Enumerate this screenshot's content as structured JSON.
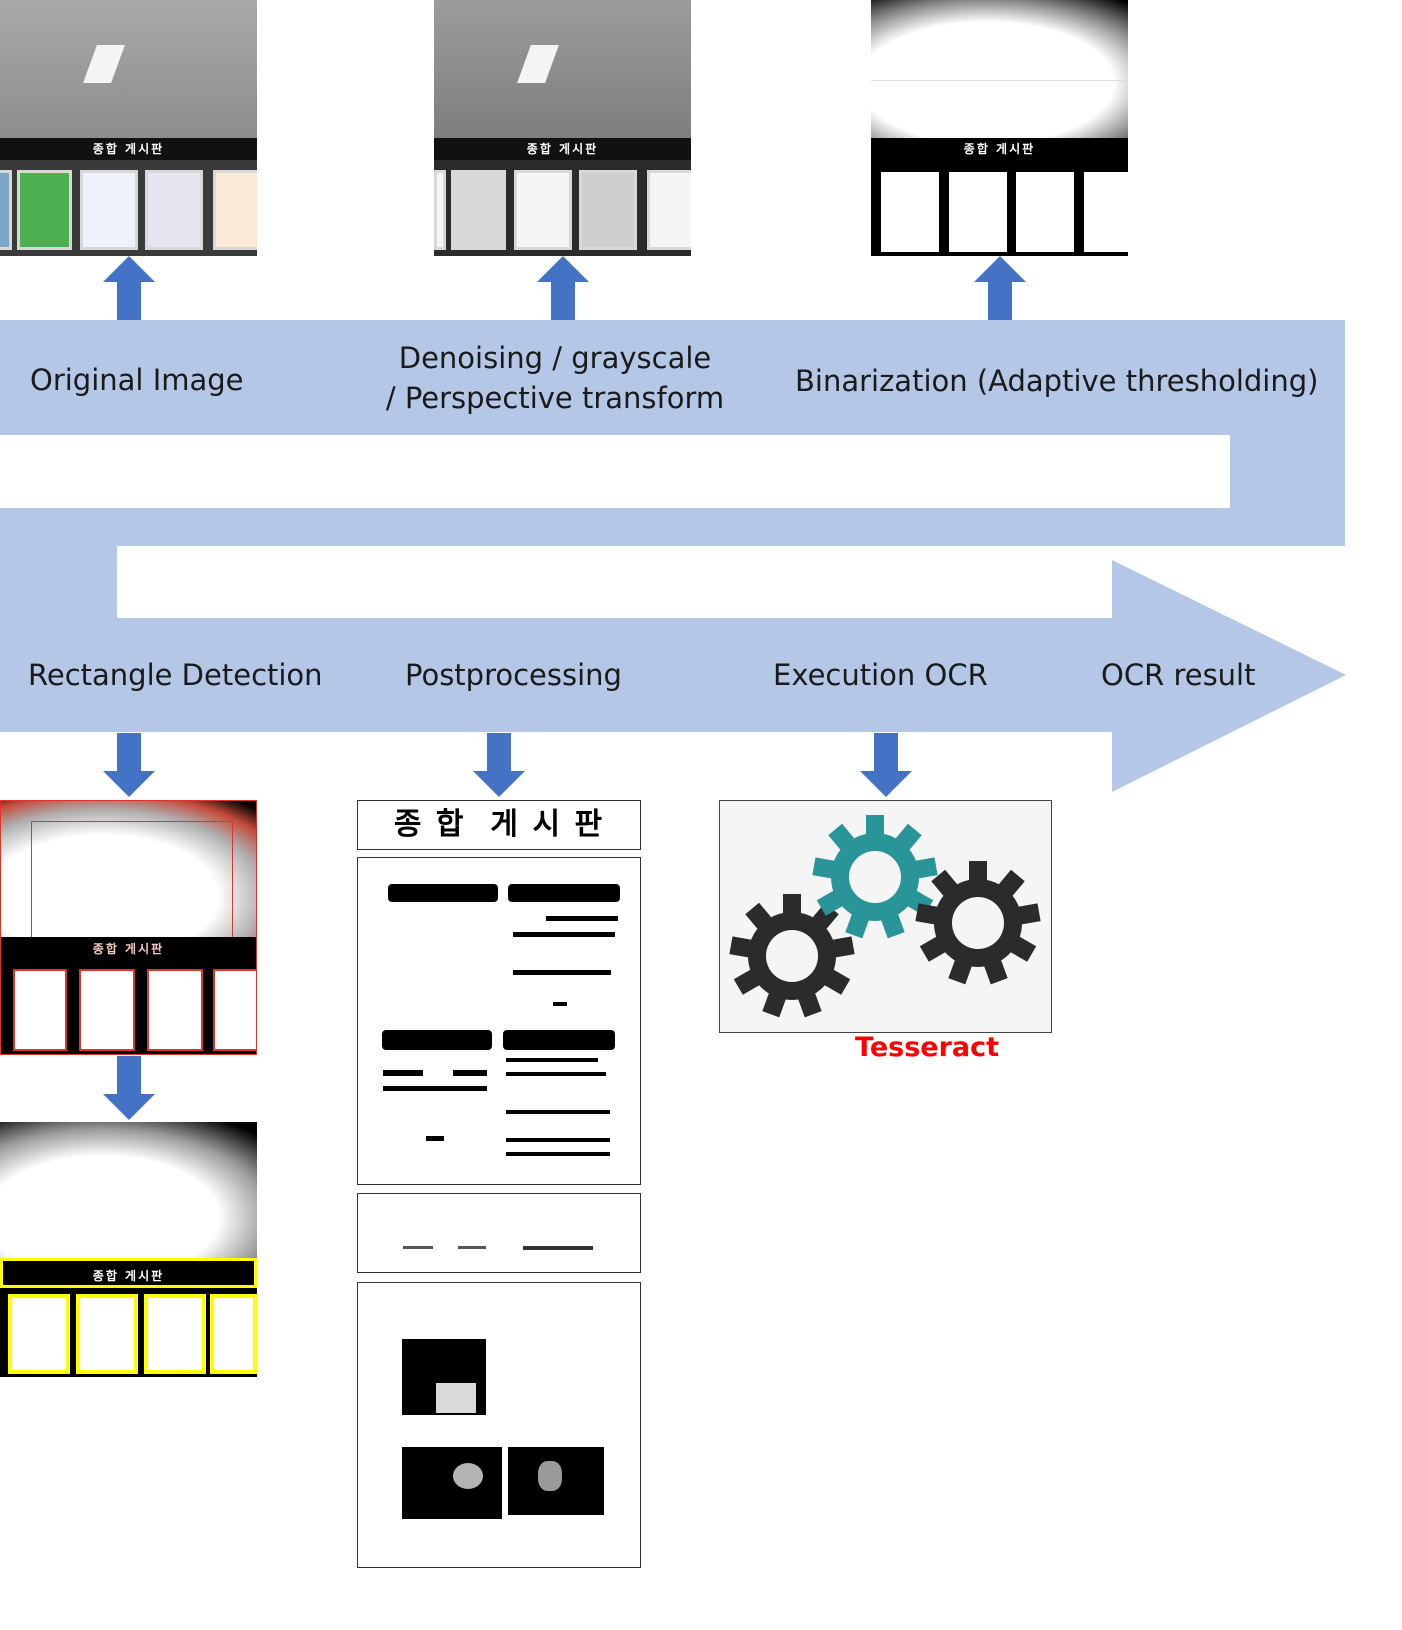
{
  "stages_top": [
    {
      "id": "original",
      "label": "Original Image"
    },
    {
      "id": "denoise",
      "label_line1": "Denoising / grayscale",
      "label_line2": "/ Perspective transform"
    },
    {
      "id": "binarize",
      "label": "Binarization (Adaptive thresholding)"
    }
  ],
  "stages_bottom": [
    {
      "id": "rect",
      "label": "Rectangle Detection"
    },
    {
      "id": "post",
      "label": "Postprocessing"
    },
    {
      "id": "exec",
      "label": "Execution OCR"
    },
    {
      "id": "result",
      "label": "OCR result"
    }
  ],
  "sign_text": "종합 게시판",
  "post_header_text": "종 합  게 시 판",
  "ocr_engine_label": "Tesseract",
  "colors": {
    "band": "#b4c7e7",
    "arrow": "#4472c4",
    "gear_dark": "#2b2b2b",
    "gear_teal": "#2a9599",
    "tesseract": "#ff0000",
    "detect_red": "#e0332b",
    "detect_yellow": "#ffff00"
  },
  "icons": [
    "arrow-up-icon",
    "arrow-down-icon",
    "gear-icon"
  ]
}
